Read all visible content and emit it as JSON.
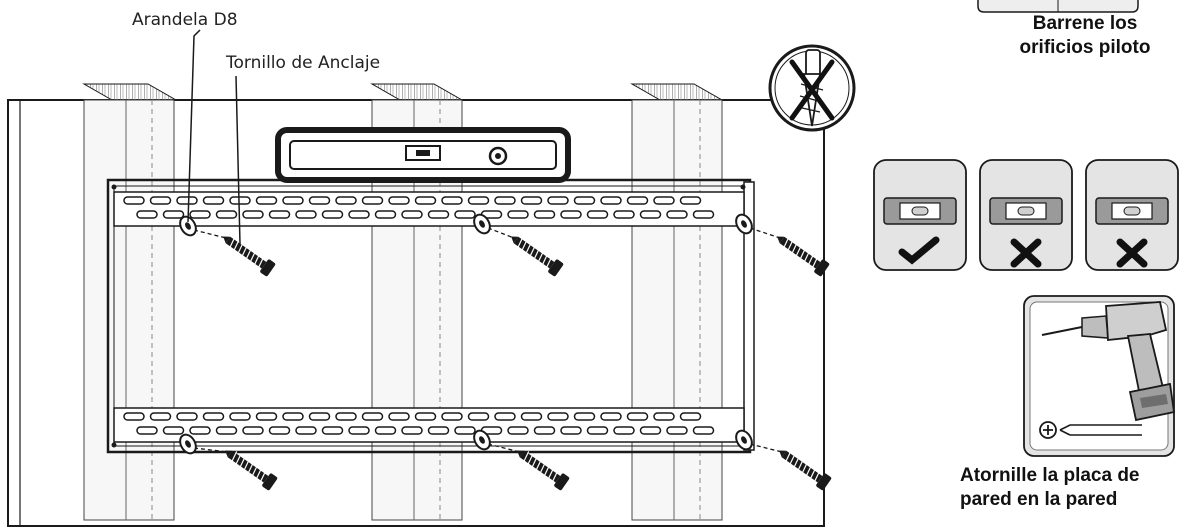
{
  "labels": {
    "washer": "Arandela D8",
    "anchor_screw": "Tornillo de Anclaje"
  },
  "step_drill": {
    "line1": "Barrene los",
    "line2": "orificios piloto"
  },
  "step_screw": {
    "line1": "Atornille la placa de",
    "line2": "pared en la pared"
  },
  "level_checks": [
    {
      "result": "correct",
      "mark": "check-icon"
    },
    {
      "result": "incorrect",
      "mark": "cross-icon"
    },
    {
      "result": "incorrect",
      "mark": "cross-icon"
    }
  ],
  "colors": {
    "line": "#1a1a1a",
    "stud_fill": "#f4f4f4",
    "panel_fill": "#e4e4e4",
    "drill_fill": "#bdbdbd"
  }
}
